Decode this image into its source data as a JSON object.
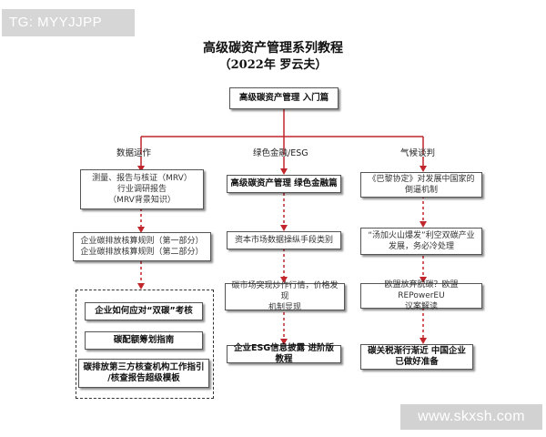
{
  "watermarks": {
    "top": "TG: MYYJJPP",
    "bottom": "www.skxsh.com"
  },
  "title": {
    "main": "高级碳资产管理系列教程",
    "sub": "（2022年  罗云夫）"
  },
  "root": {
    "label": "高级碳资产管理 入门篇"
  },
  "columns": [
    {
      "label": "数据运作",
      "boxes": [
        {
          "line1": "测量、报告与核证（MRV）",
          "line2": "行业调研报告",
          "line3": "（MRV背景知识）"
        },
        {
          "line1": "企业碳排放核算规则（第一部分）",
          "line2": "企业碳排放核算规则（第二部分）"
        }
      ],
      "group": [
        {
          "line1": "企业如何应对“双碳”考核"
        },
        {
          "line1": "碳配额筹划指南"
        },
        {
          "line1": "碳排放第三方核查机构工作指引",
          "line2": "/核查报告超级模板"
        }
      ]
    },
    {
      "label": "绿色金融/ESG",
      "boxes": [
        {
          "line1": "高级碳资产管理 绿色金融篇"
        },
        {
          "line1": "资本市场数据操纵手段类别"
        },
        {
          "line1": "碳市场突现炒作行情，价格发现",
          "line2": "机制显现"
        },
        {
          "line1": "企业ESG信息披露 进阶版教程"
        }
      ]
    },
    {
      "label": "气候谈判",
      "boxes": [
        {
          "line1": "《巴黎协定》对发展中国家的",
          "line2": "倒逼机制"
        },
        {
          "line1": "“汤加火山爆发”利空双碳产业",
          "line2": "发展，务必冷处理"
        },
        {
          "line1": "欧盟放弃脱碳？欧盟REPowerEU",
          "line2": "议案解读"
        },
        {
          "line1": "碳关税渐行渐近  中国企业",
          "line2": "已做好准备"
        }
      ]
    }
  ],
  "colors": {
    "connector": "#c0262c",
    "box_border": "#555555",
    "watermark_bg": "#d6d6d6"
  }
}
